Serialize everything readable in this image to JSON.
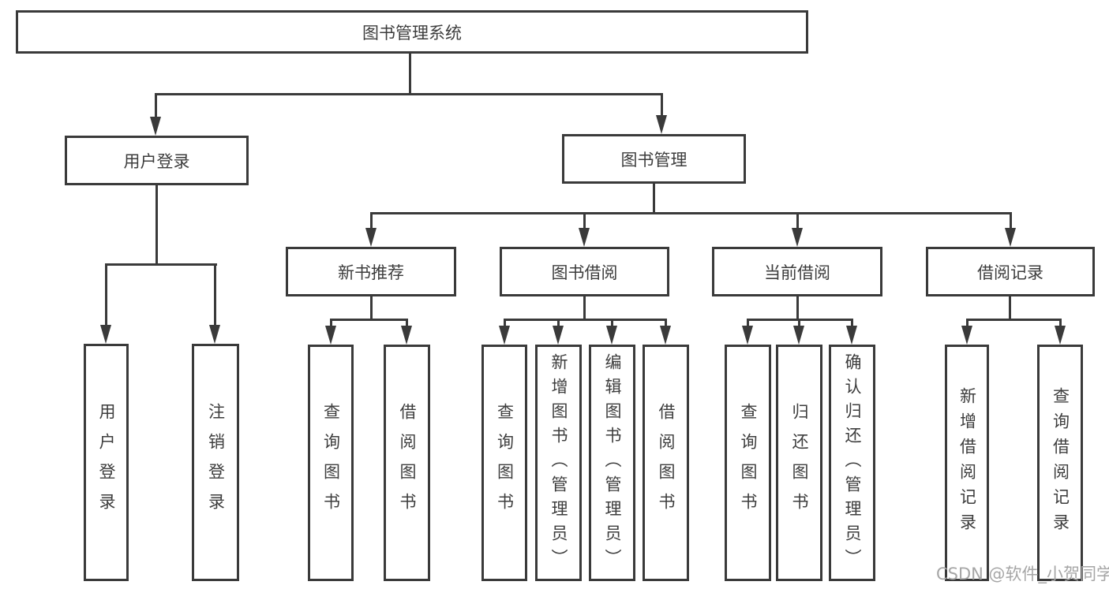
{
  "tree": {
    "root": {
      "label": "图书管理系统"
    },
    "level2": [
      {
        "label": "用户登录",
        "children": [
          {
            "label": "用户登录"
          },
          {
            "label": "注销登录"
          }
        ]
      },
      {
        "label": "图书管理",
        "children": [
          {
            "label": "新书推荐",
            "children": [
              {
                "label": "查询图书"
              },
              {
                "label": "借阅图书"
              }
            ]
          },
          {
            "label": "图书借阅",
            "children": [
              {
                "label": "查询图书"
              },
              {
                "label": "新增图书（管理员）"
              },
              {
                "label": "编辑图书（管理员）"
              },
              {
                "label": "借阅图书"
              }
            ]
          },
          {
            "label": "当前借阅",
            "children": [
              {
                "label": "查询图书"
              },
              {
                "label": "归还图书"
              },
              {
                "label": "确认归还（管理员）"
              }
            ]
          },
          {
            "label": "借阅记录",
            "children": [
              {
                "label": "新增借阅记录"
              },
              {
                "label": "查询借阅记录"
              }
            ]
          }
        ]
      }
    ]
  },
  "watermark": {
    "text": "CSDN @软件_小贺同学"
  },
  "colors": {
    "line": "#3a3a3a",
    "text": "#3d3d3d",
    "watermark": "#a6a6a6",
    "background": "#ffffff"
  }
}
